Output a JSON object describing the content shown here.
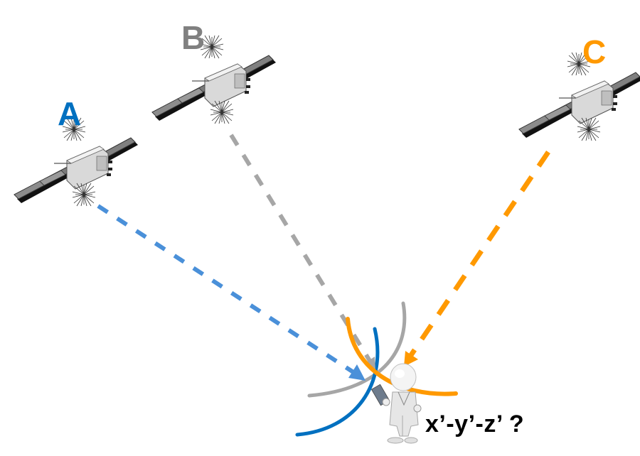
{
  "satellites": [
    {
      "id": "A",
      "label": "A",
      "color": "#0070C0",
      "signal_color": "#4A90D9",
      "arc_color": "#0070C0"
    },
    {
      "id": "B",
      "label": "B",
      "color": "#808080",
      "signal_color": "#A6A6A6",
      "arc_color": "#A6A6A6"
    },
    {
      "id": "C",
      "label": "C",
      "color": "#FF9900",
      "signal_color": "#FF9900",
      "arc_color": "#FF9900"
    }
  ],
  "receiver": {
    "question": "x’-y’-z’ ?",
    "icon": "person-with-clipboard-icon"
  }
}
